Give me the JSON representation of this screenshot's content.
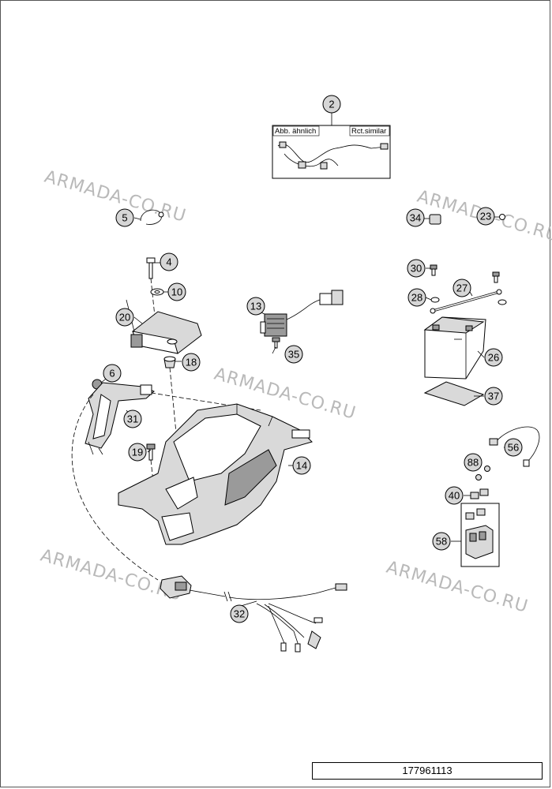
{
  "callouts": [
    {
      "label": "2"
    },
    {
      "label": "5"
    },
    {
      "label": "4"
    },
    {
      "label": "10"
    },
    {
      "label": "20"
    },
    {
      "label": "18"
    },
    {
      "label": "6"
    },
    {
      "label": "31"
    },
    {
      "label": "19"
    },
    {
      "label": "13"
    },
    {
      "label": "35"
    },
    {
      "label": "14"
    },
    {
      "label": "34"
    },
    {
      "label": "23"
    },
    {
      "label": "30"
    },
    {
      "label": "27"
    },
    {
      "label": "28"
    },
    {
      "label": "26"
    },
    {
      "label": "37"
    },
    {
      "label": "56"
    },
    {
      "label": "88"
    },
    {
      "label": "40"
    },
    {
      "label": "58"
    },
    {
      "label": "32"
    }
  ],
  "harness_box": {
    "label_de": "Abb. ähnlich",
    "label_en": "Rct.similar"
  },
  "watermarks": [
    {
      "text": "ARMADA-CO.RU"
    },
    {
      "text": "ARMADA-CO.RU"
    },
    {
      "text": "ARMADA-CO.RU"
    },
    {
      "text": "ARMADA-CO.RU"
    },
    {
      "text": "ARMADA-CO.RU"
    }
  ],
  "document_number": "177961113"
}
